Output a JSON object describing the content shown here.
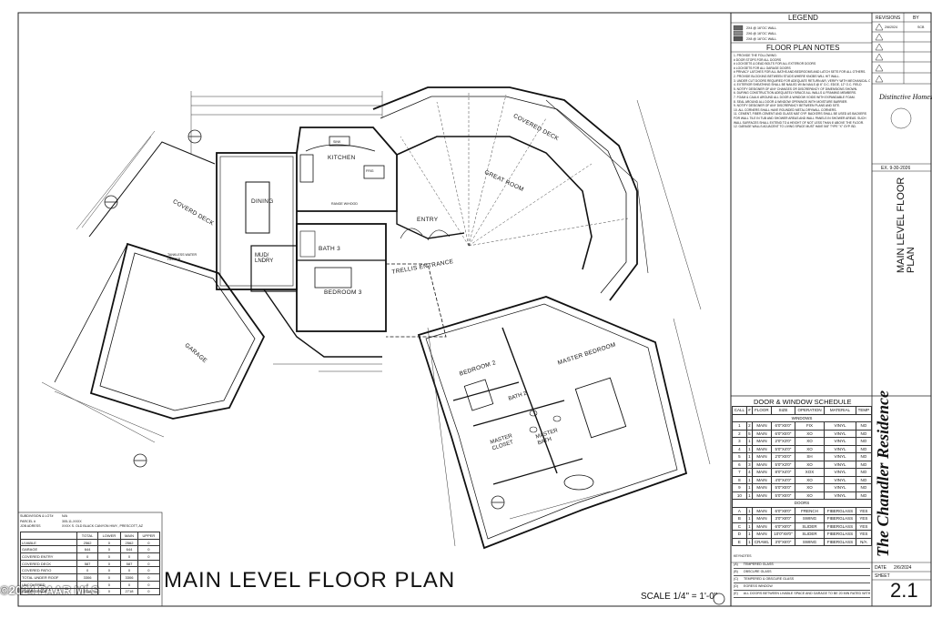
{
  "plan": {
    "title": "MAIN LEVEL FLOOR PLAN",
    "scale": "SCALE 1/4\" = 1'-0\"",
    "copyright": "©2024 PAAR MLS",
    "rooms": {
      "kitchen": "KITCHEN",
      "dining": "DINING",
      "covered_deck_left": "COVERD DECK",
      "covered_deck_right": "COVERED DECK",
      "great_room": "GREAT ROOM",
      "entry": "ENTRY",
      "trellis": "TRELLIS ENTRANCE",
      "bath3": "BATH 3",
      "bedroom3": "BEDROOM 3",
      "mud": "MUD/ LNDRY",
      "garage": "GARAGE",
      "bedroom2": "BEDROOM 2",
      "bath2": "BATH 2",
      "master_bedroom": "MASTER BEDROOM",
      "master_closet": "MASTER CLOSET",
      "master_bath": "MASTER BATH",
      "tankless": "TANKLESS WATER HEATER",
      "range": "RANGE W/HOOD",
      "sink": "SINK",
      "frig": "FRIG"
    }
  },
  "legend": {
    "title": "LEGEND",
    "items": [
      "2X4 @ 16\"OC WALL",
      "2X6 @ 16\"OC WALL",
      "2X8 @ 16\"OC WALL"
    ]
  },
  "notes": {
    "title": "FLOOR PLAN NOTES",
    "lines": [
      "1. PROVIDE THE FOLLOWING:",
      "   # DOOR STOPS FOR ALL DOORS",
      "   # LOCKSETS & DEAD BOLTS FOR ALL EXTERIOR DOORS",
      "   # LOCKSETS FOR ALL GARAGE DOORS",
      "   # PRIVACY LATCHES FOR ALL BATHS AND BEDROOMS AND LATCH SETS FOR ALL OTHERS.",
      "2. PROVIDE BLOCKING BETWEEN STUDS WHERE KNOBS WILL HIT WALL.",
      "3. UNDER CUT DOORS REQUIRED FOR ADEQUATE RETURN AIR, VERIFY WITH MECHANICAL CONTRACTOR.",
      "4. EXTERIOR SHEATHING SHALL BE NAILED W/ 8d NAILS @ 6\" O.C. EDGE, 12\" O.C. FIELD",
      "5. NOTIFY DESIGNER OF ANY CHANGES OR DISCREPANCY OF DIMENSIONS SHOWN.",
      "6. DURING CONSTRUCTION ADEQUATELY BRACE ALL WALLS & FRAMING MEMBERS.",
      "7. FOAM & CAULK AROUND ALL DOOR & WINDOW VOIDS WITH EXPANDABLE FOAM.",
      "8. SEAL AROUND ALL DOOR & WINDOW OPENINGS WITH MOISTURE BARRIER.",
      "9. NOTIFY DESIGNER OF ANY DISCREPANCY BETWEEN PLANS AND SITE.",
      "10. ALL CORNERS SHALL HAVE ROUNDED METAL DRYWALL CORNERS.",
      "11. CEMENT, FIBER-CEMENT AND GLASS MAT GYP. BACKERS SHALL BE USED AS BACKERS",
      "    FOR WALL TILE IN TUB AND SHOWER AREAS AND WALL PANELS IN SHOWER AREAS. SUCH",
      "    WALL SURFACES SHALL EXTEND TO A HEIGHT OF NOT LESS THAN 6' ABOVE THE FLOOR.",
      "12. GARAGE WALLS ADJACENT TO LIVING SPACE MUST HAVE 5/8\" TYPE \"X\" GYP. BD."
    ]
  },
  "revisions": {
    "header_left": "REVISIONS",
    "header_right": "BY",
    "rows": [
      {
        "date": "2/6/2024",
        "by": "SCB"
      }
    ]
  },
  "designer": {
    "name": "Distinctive Homes",
    "stamp": "EX. 9-30-2026"
  },
  "sheet_title": "MAIN LEVEL FLOOR PLAN",
  "schedule": {
    "title": "DOOR & WINDOW SCHEDULE",
    "columns": [
      "CALL",
      "#",
      "FLOOR",
      "SIZE",
      "OPERATION",
      "MATERIAL",
      "TEMP"
    ],
    "windows_label": "WINDOWS",
    "windows": [
      [
        "1",
        "2",
        "MAIN",
        "6'0\"X5'0\"",
        "FIX",
        "VINYL",
        "NO"
      ],
      [
        "2",
        "5",
        "MAIN",
        "6'0\"X5'0\"",
        "XO",
        "VINYL",
        "NO"
      ],
      [
        "3",
        "1",
        "MAIN",
        "2'0\"X3'0\"",
        "XO",
        "VINYL",
        "NO"
      ],
      [
        "4",
        "1",
        "MAIN",
        "5'0\"X4'0\"",
        "XO",
        "VINYL",
        "NO"
      ],
      [
        "5",
        "1",
        "MAIN",
        "2'0\"X5'0\"",
        "SH",
        "VINYL",
        "NO"
      ],
      [
        "6",
        "3",
        "MAIN",
        "5'0\"X3'0\"",
        "XO",
        "VINYL",
        "NO"
      ],
      [
        "7",
        "4",
        "MAIN",
        "8'0\"X4'0\"",
        "XOX",
        "VINYL",
        "NO"
      ],
      [
        "8",
        "1",
        "MAIN",
        "4'0\"X4'0\"",
        "XO",
        "VINYL",
        "NO"
      ],
      [
        "9",
        "1",
        "MAIN",
        "5'0\"X5'0\"",
        "XO",
        "VINYL",
        "NO"
      ],
      [
        "10",
        "1",
        "MAIN",
        "5'0\"X5'0\"",
        "XO",
        "VINYL",
        "NO"
      ]
    ],
    "doors_label": "DOORS",
    "doors": [
      [
        "A",
        "1",
        "MAIN",
        "6'0\"X8'0\"",
        "FRENCH",
        "FIBERGLASS",
        "YES"
      ],
      [
        "B",
        "1",
        "MAIN",
        "3'0\"X8'0\"",
        "SWING",
        "FIBERGLASS",
        "YES"
      ],
      [
        "C",
        "1",
        "MAIN",
        "6'0\"X8'0\"",
        "SLIDER",
        "FIBERGLASS",
        "YES"
      ],
      [
        "D",
        "1",
        "MAIN",
        "10'0\"X8'0\"",
        "SLIDER",
        "FIBERGLASS",
        "YES"
      ],
      [
        "E",
        "1",
        "CRAWL",
        "3'0\"X6'0\"",
        "SWING",
        "FIBERGLASS",
        "N/A"
      ]
    ],
    "keynotes_label": "KEYNOTES",
    "keynotes": [
      [
        "(A)",
        "TEMPERED GLASS"
      ],
      [
        "(B)",
        "OBSCURE GLASS"
      ],
      [
        "(C)",
        "TEMPERED & OBSCURE GLASS"
      ],
      [
        "(D)",
        "EGRESS WINDOW"
      ],
      [
        "(E)",
        "ALL DOORS BETWEEN LIVABLE SPACE AND GARAGE TO BE 20 MIN RATED WITH SELF CLOSING HINGES"
      ]
    ]
  },
  "residence": {
    "name": "The Chandler Residence",
    "date_label": "DATE",
    "date": "2/6/2024",
    "sheet_label": "SHEET",
    "sheet": "2.1"
  },
  "area_table": {
    "info": [
      [
        "SUBDIVISION & LOT#",
        "N/A"
      ],
      [
        "PARCEL #",
        "305-11-XXXX"
      ],
      [
        "JOB ADRESS",
        "XXXX S. OLD BLACK CANYON HWY., PRESCOTT, AZ"
      ]
    ],
    "columns": [
      "",
      "TOTAL",
      "LOWER",
      "MAIN",
      "UPPER"
    ],
    "rows": [
      [
        "LIVABLE",
        "2562",
        "0",
        "2562",
        "0"
      ],
      [
        "GARAGE",
        "644",
        "0",
        "644",
        "0"
      ],
      [
        "COVERED ENTRY",
        "0",
        "0",
        "0",
        "0"
      ],
      [
        "COVERED DECK",
        "587",
        "0",
        "587",
        "0"
      ],
      [
        "COVERED PATIO",
        "0",
        "0",
        "0",
        "0"
      ],
      [
        "TOTAL UNDER ROOF",
        "3306",
        "0",
        "3306",
        "0"
      ],
      [
        "UNCOVERED",
        "0",
        "0",
        "0",
        "0"
      ],
      [
        "CRAWLSPACE",
        "2718",
        "0",
        "2718",
        "0"
      ]
    ]
  }
}
